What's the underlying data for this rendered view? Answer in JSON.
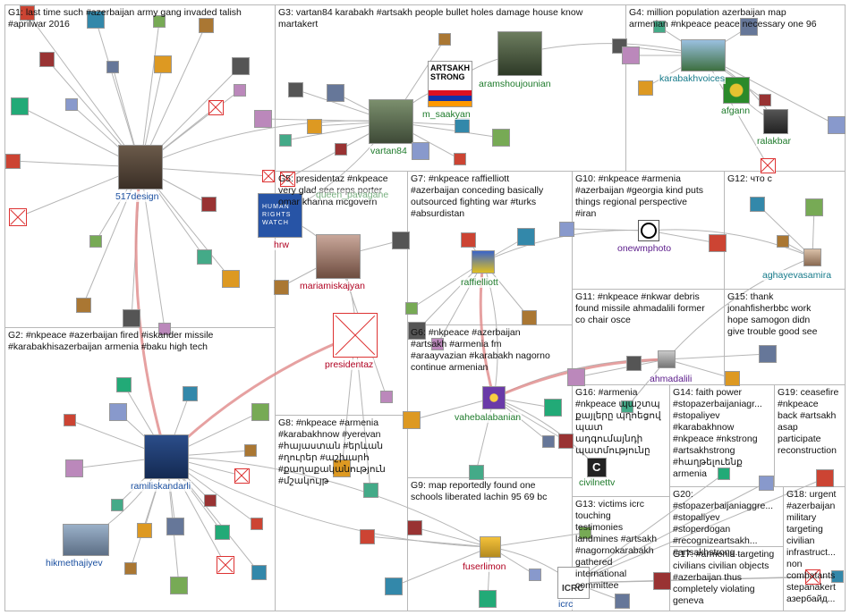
{
  "groups": [
    {
      "id": "G1",
      "title": "G1: last time such #azerbaijan army gang invaded talish\n#aprilwar 2016"
    },
    {
      "id": "G2",
      "title": "G2: #nkpeace #azerbaijan fired #iskander missile\n#karabakhisazerbaijan armenia #baku high tech"
    },
    {
      "id": "G3",
      "title": "G3: vartan84 karabakh #artsakh people bullet holes damage house know\nmartakert"
    },
    {
      "id": "G4",
      "title": "G4: million population azerbaijan map\narmenian #nkpeace peace necessary one 96"
    },
    {
      "id": "G5",
      "title": "G5: presidentaz #nkpeace\nvery glad see reps porter\nomar khanna mcgovern"
    },
    {
      "id": "G6",
      "title": "G6: #nkpeace #azerbaijan\n#artsakh #armenia fm\n#araayvazian #karabakh nagorno\ncontinue armenian"
    },
    {
      "id": "G7",
      "title": "G7: #nkpeace raffielliott\n#azerbaijan conceding basically\noutsourced fighting war #turks\n#absurdistan"
    },
    {
      "id": "G8",
      "title": "G8: #nkpeace #armenia\n#karabakhnow #yerevan\n#հայաստան #երևան\n#ղուրեր #աշխարհ\n#քաղաքականություն\n#մշակույթ"
    },
    {
      "id": "G9",
      "title": "G9: map reportedly found one\nschools liberated lachin 95 69 bc"
    },
    {
      "id": "G10",
      "title": "G10: #nkpeace #armenia\n#azerbaijan #georgia kind puts\nthings regional perspective\n#iran"
    },
    {
      "id": "G11",
      "title": "G11: #nkpeace #nkwar debris\nfound missile ahmadalili former\nco chair osce"
    },
    {
      "id": "G12",
      "title": "G12: что с"
    },
    {
      "id": "G13",
      "title": "G13: victims icrc\ntouching\ntestimonies\nlandmines #artsakh\n#nagornokarabakh\ngathered\ninternational\ncommittee"
    },
    {
      "id": "G14",
      "title": "G14: faith power\n#stopazerbaijaniagr...\n#stopaliyev\n#karabakhnow\n#nkpeace #nkstrong\n#artsakhstrong\n#հաղթելուենք\narmenia"
    },
    {
      "id": "G15",
      "title": "G15: thank\njonahfisherbbc work\nhope samogon didn\ngive trouble good see"
    },
    {
      "id": "G16",
      "title": "G16: #armenia\n#nkpeace պաշտպ\nքայլերը պղոեցով\nպատ\nադգումայնդի\nպատմությունը"
    },
    {
      "id": "G17",
      "title": "G17: #armenia targeting\ncivilians civilian objects\n#azerbaijan thus\ncompletely violating\ngeneva"
    },
    {
      "id": "G18",
      "title": "G18: urgent\n#azerbaijan\nmilitary\ntargeting\ncivilian\ninfrastruct...\nnon\ncombatants\nstepanakert\nазербайд..."
    },
    {
      "id": "G19",
      "title": "G19: ceasefire\n#nkpeace\nback #artsakh\nasap\nparticipate\nreconstruction"
    },
    {
      "id": "G20",
      "title": "G20:\n#stopazerbaijaniaggre...\n#stopaliyev\n#stoperdogan\n#recognizeartsakh...\n#artsakhstrong..."
    }
  ],
  "labels": {
    "design517": "517design",
    "ramil": "ramiliskandarli",
    "hikmet": "hikmethajiyev",
    "vartan": "vartan84",
    "saakyan": "m_saakyan",
    "aram": "aramshoujounian",
    "hrw": "hrw",
    "mariam": "mariamiskajyan",
    "presidentaz": "presidentaz",
    "raffi": "raffielliott",
    "vahe": "vahebalabanian",
    "onewm": "onewmphoto",
    "karabakhvoices": "karabakhvoices",
    "afgann": "afgann",
    "ralakbar": "ralakbar",
    "aghayeva": "aghayevasamira",
    "ahmadalili": "ahmadalili",
    "civilnet": "civilnettv",
    "fuser": "fuserlimon",
    "icrc": "icrc",
    "queen": "queen_pavagane"
  },
  "thumb_text": {
    "artsakh_strong": "ARTSAKH\nSTRONG",
    "hrw_logo": "HUMAN\nRIGHTS\nWATCH",
    "icrc_logo": "ICRC",
    "civilnet_logo": "C"
  },
  "colors": {
    "edge": "#b5b5b5",
    "edge_strong": "#e08a8a",
    "border": "#b8b8b8"
  }
}
